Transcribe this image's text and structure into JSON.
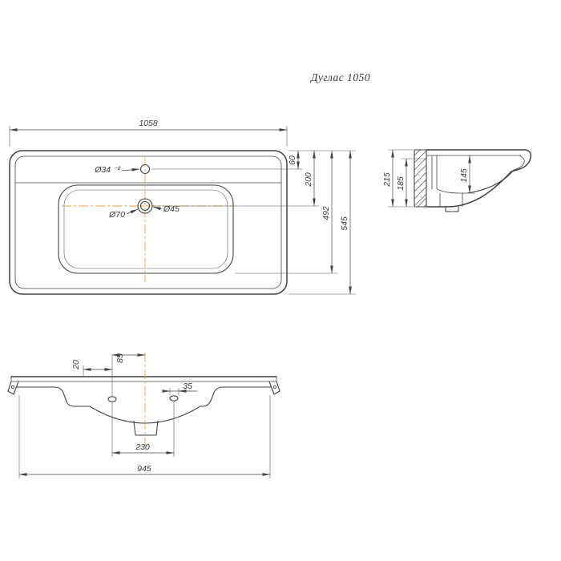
{
  "title": "Дуглас 1050",
  "colors": {
    "line": "#3f4245",
    "centerline": "#e2a23e",
    "text": "#34383c",
    "background": "#ffffff"
  },
  "plan_view": {
    "width": "1058",
    "faucet_offset": "60",
    "drain_offset": "200",
    "inner_depth": "492",
    "overall_depth": "545",
    "faucet_hole": "Ø34 ⁻²",
    "drain_outer": "Ø70",
    "drain_inner": "Ø45"
  },
  "side_view": {
    "overall_height": "215",
    "front_height": "185",
    "basin_depth": "145"
  },
  "front_view": {
    "rim_offset": "20",
    "hole_center_offset": "85",
    "hole_width": "35",
    "holes_spacing": "230",
    "mounting_width": "945"
  }
}
